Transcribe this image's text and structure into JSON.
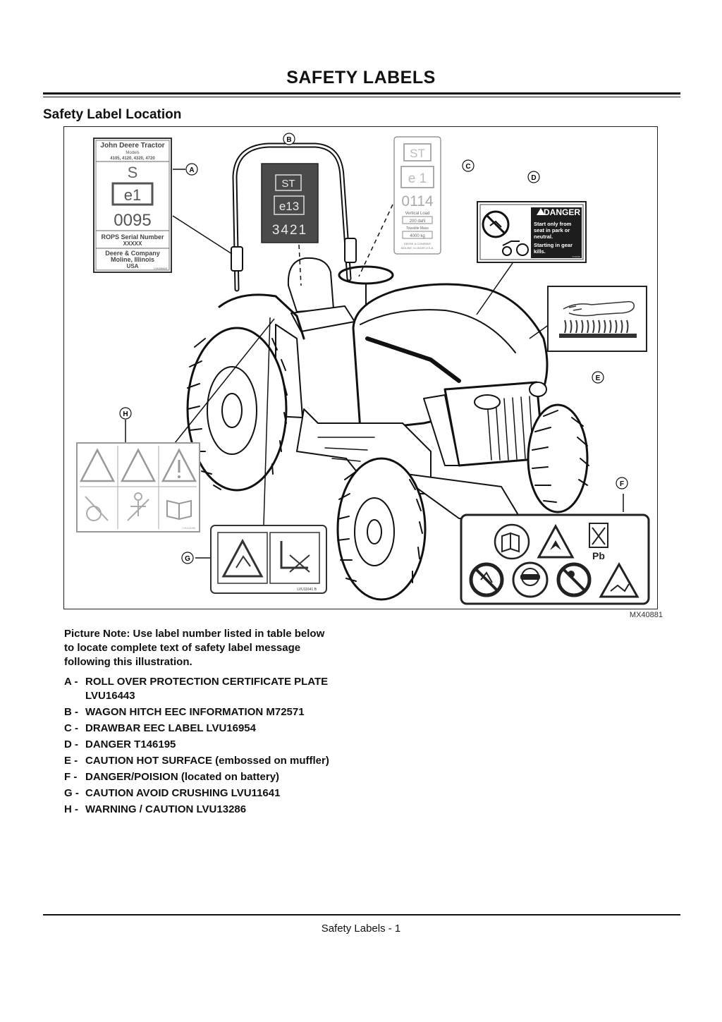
{
  "header": {
    "title": "SAFETY LABELS"
  },
  "section": {
    "title": "Safety Label Location"
  },
  "figure": {
    "id": "MX40881",
    "callouts": [
      "A",
      "B",
      "C",
      "D",
      "E",
      "F",
      "G",
      "H"
    ],
    "labels": {
      "a": {
        "line1": "John Deere Tractor",
        "line2": "Models",
        "line3": "4105, 4120, 4320, 4720",
        "cat": "S",
        "mark": "e1",
        "num": "0095",
        "rops": "ROPS Serial Number",
        "xxx": "XXXXX",
        "addr1": "Deere & Company",
        "addr2": "Moline, Illinois",
        "addr3": "USA",
        "part": "LVU16443"
      },
      "b": {
        "cat": "ST",
        "mark": "e13",
        "num": "3421"
      },
      "c": {
        "cat": "ST",
        "mark": "e 1",
        "num": "0114",
        "load1": "Vertical Load",
        "val1": "200 daN",
        "load2": "Towable Mass",
        "val2": "4000 kg",
        "addr1": "DEERE & COMPANY",
        "addr2": "MOLINE, ILLINOIS U.S.A."
      },
      "d": {
        "heading": "DANGER",
        "line1": "Start only from",
        "line2": "seat in park or",
        "line3": "neutral.",
        "line4": "Starting in gear",
        "line5": "kills.",
        "part": "T146195"
      },
      "f": {
        "pb": "Pb"
      },
      "g": {
        "part": "LVU11641 B"
      },
      "h": {
        "part": "LVU13286"
      }
    }
  },
  "note": {
    "text": "Picture Note: Use label number listed in table below to locate complete text of safety label message following this illustration."
  },
  "label_list": [
    {
      "key": "A -",
      "text": "ROLL OVER PROTECTION CERTIFICATE PLATE LVU16443"
    },
    {
      "key": "B -",
      "text": "WAGON HITCH EEC INFORMATION M72571"
    },
    {
      "key": "C -",
      "text": "DRAWBAR EEC LABEL LVU16954"
    },
    {
      "key": "D -",
      "text": "DANGER T146195"
    },
    {
      "key": "E -",
      "text": "CAUTION HOT SURFACE (embossed on muffler)"
    },
    {
      "key": "F -",
      "text": "DANGER/POISION (located on battery)"
    },
    {
      "key": "G -",
      "text": "CAUTION AVOID CRUSHING LVU11641"
    },
    {
      "key": "H -",
      "text": "WARNING / CAUTION LVU13286"
    }
  ],
  "footer": {
    "text": "Safety Labels - 1"
  }
}
